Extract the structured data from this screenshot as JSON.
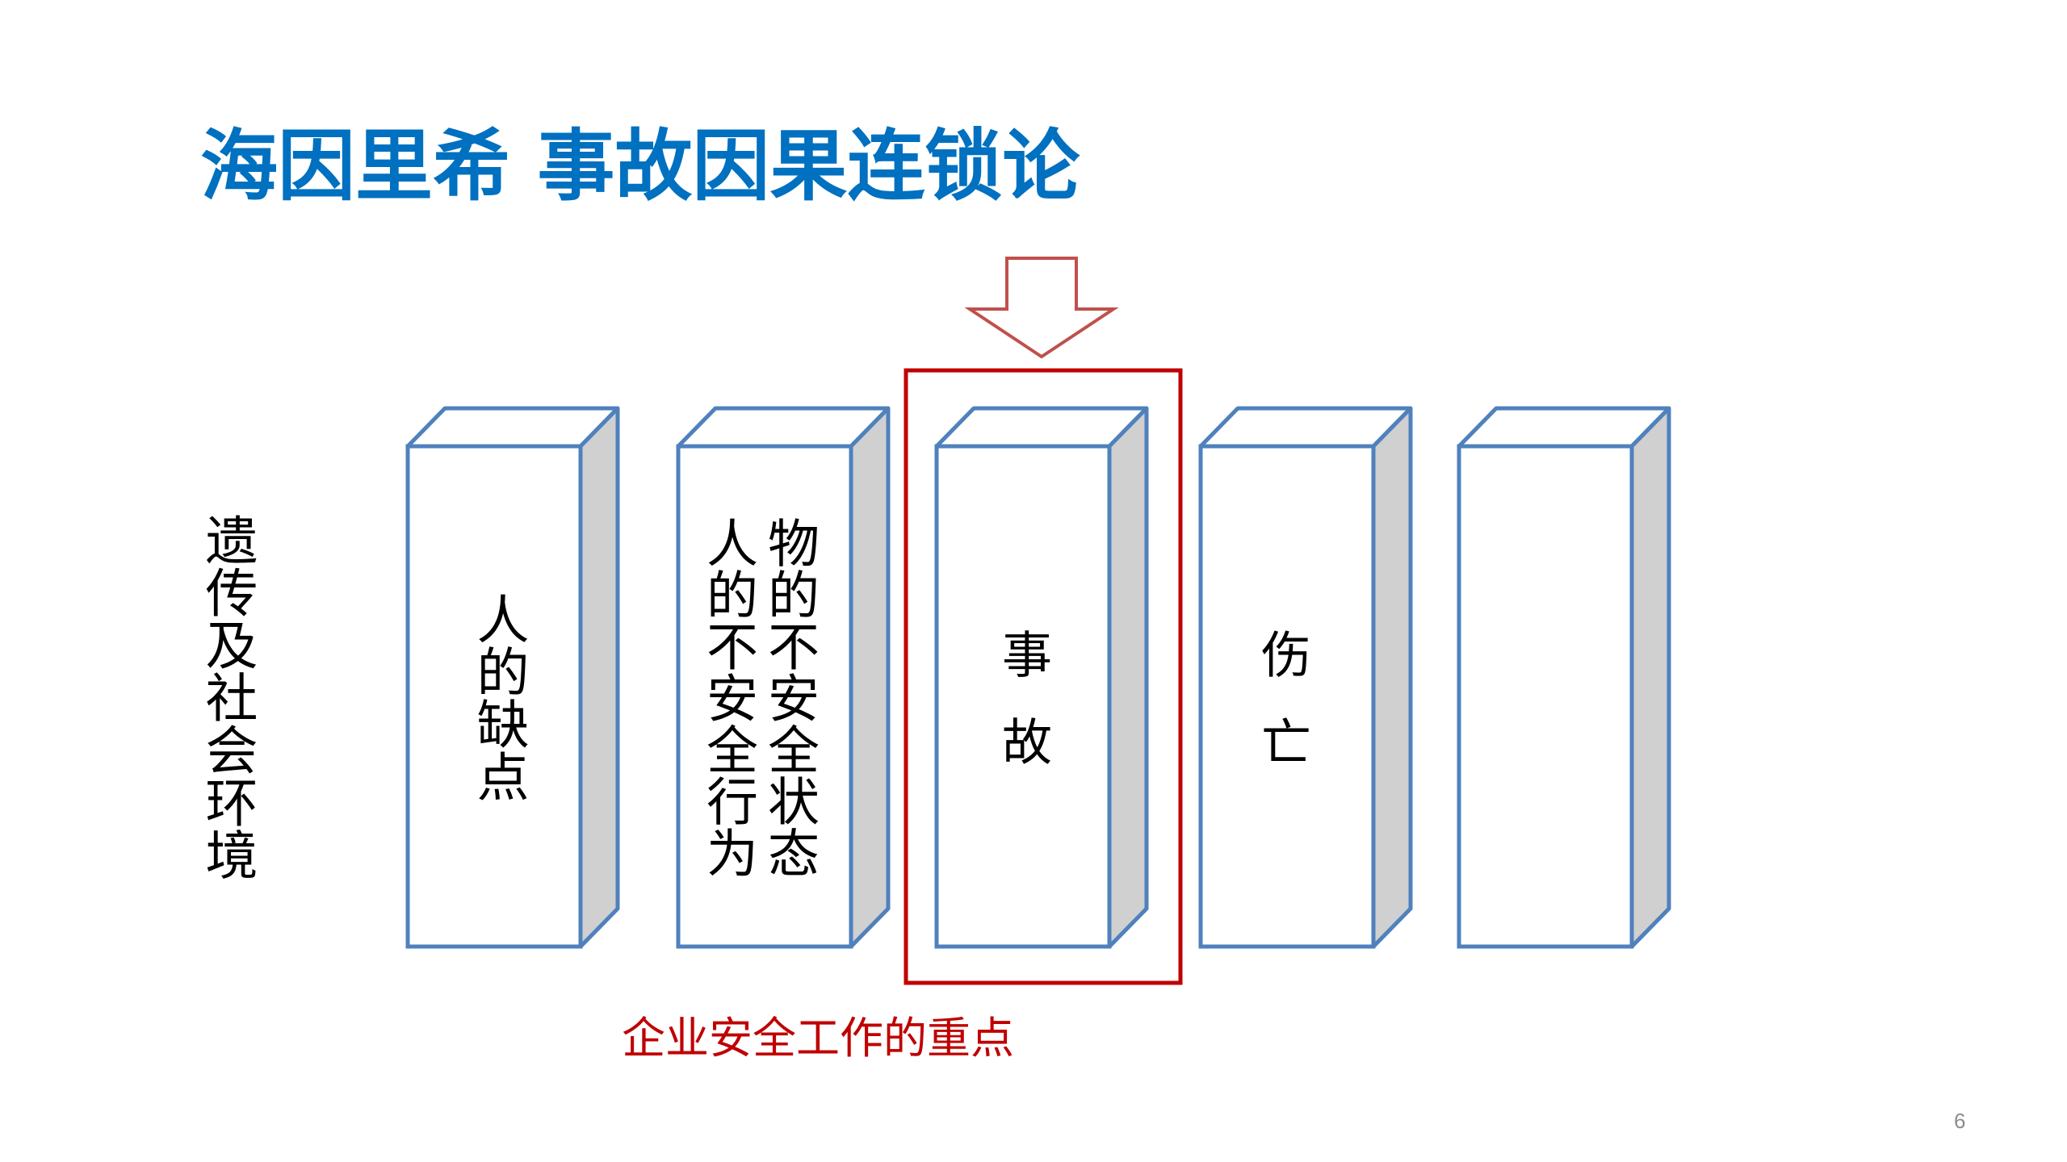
{
  "slide": {
    "title": "海因里希 事故因果连锁论",
    "page_number": "6"
  },
  "left_label": "遗传及社会环境",
  "dominoes": [
    {
      "lines": [
        "人的缺点"
      ]
    },
    {
      "lines": [
        "物的不安全状态",
        "人的不安全行为"
      ]
    },
    {
      "lines": [
        "事故"
      ],
      "highlighted": true
    },
    {
      "lines": [
        "伤亡"
      ]
    },
    {
      "lines": []
    }
  ],
  "highlight_caption": "企业安全工作的重点",
  "colors": {
    "title": "#0070C0",
    "domino_outline": "#4F81BD",
    "domino_side": "#D0D0D0",
    "highlight_frame": "#C00000",
    "arrow_outline": "#C0504D",
    "caption": "#C00000"
  }
}
